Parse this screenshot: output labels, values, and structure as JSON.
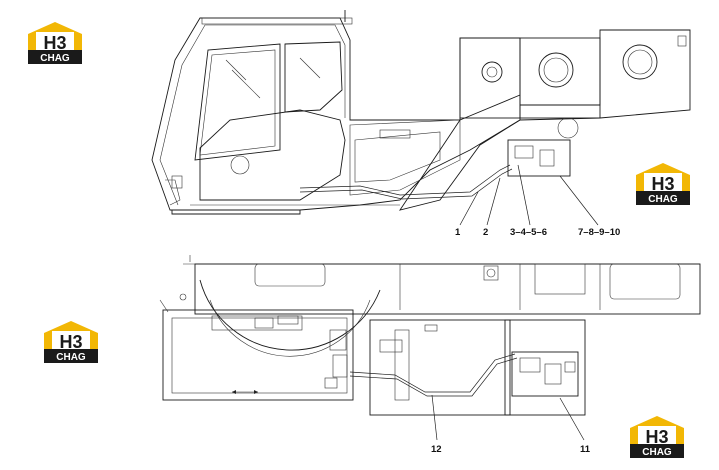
{
  "logo": {
    "mark": "H3",
    "brand": "CHAG",
    "color_primary": "#f2b705",
    "color_dark": "#1a1a1a"
  },
  "top_view": {
    "callouts": [
      "1",
      "2",
      "3–4–5–6",
      "7–8–9–10"
    ]
  },
  "bottom_view": {
    "callouts": [
      "12",
      "11"
    ]
  }
}
